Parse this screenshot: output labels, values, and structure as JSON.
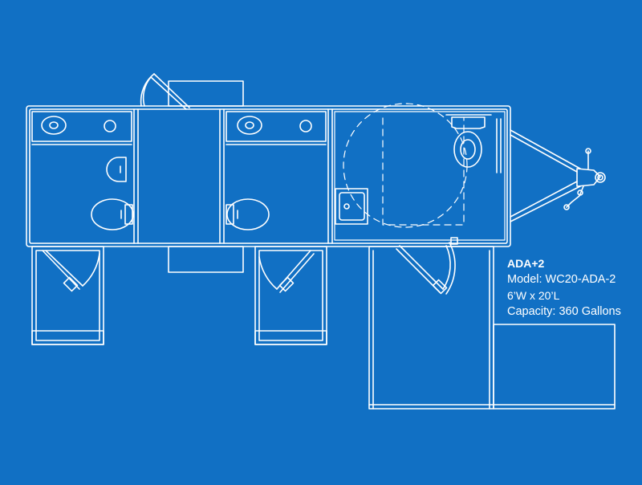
{
  "colors": {
    "background": "#1170c4",
    "line": "#ffffff"
  },
  "spec": {
    "title": "ADA+2",
    "model": "Model: WC20-ADA-2",
    "dimensions": "6’W x 20’L",
    "capacity": "Capacity: 360 Gallons"
  }
}
